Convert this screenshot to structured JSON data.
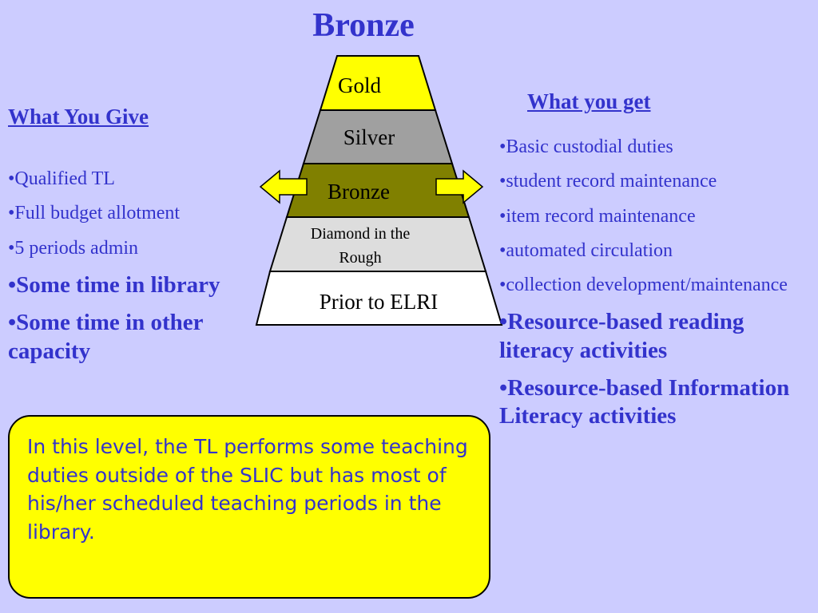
{
  "title": "Bronze",
  "pyramid": {
    "levels": [
      {
        "label": "Gold",
        "color": "#ffff00"
      },
      {
        "label": "Silver",
        "color": "#a0a0a0"
      },
      {
        "label": "Bronze",
        "color": "#808000"
      },
      {
        "label_line1": "Diamond in the",
        "label_line2": "Rough",
        "color": "#dddddd"
      },
      {
        "label": "Prior to ELRI",
        "color": "#ffffff"
      }
    ],
    "arrow_color": "#ffff00"
  },
  "give": {
    "heading": "What You Give",
    "items": [
      "•Qualified TL",
      "•Full budget allotment",
      "•5 periods admin",
      "•Some time in library",
      "•Some time in other capacity"
    ]
  },
  "get": {
    "heading": "What you get",
    "items": [
      "•Basic custodial duties",
      "•student record maintenance",
      "•item record maintenance",
      "•automated circulation",
      "•collection development/maintenance",
      "•Resource-based reading literacy activities",
      "•Resource-based Information Literacy activities"
    ]
  },
  "callout": {
    "text": "In this level, the TL performs some teaching duties outside of the SLIC but has most of his/her scheduled teaching periods in the library."
  },
  "colors": {
    "background": "#ccccff",
    "text": "#3333cc",
    "callout": "#ffff00"
  }
}
